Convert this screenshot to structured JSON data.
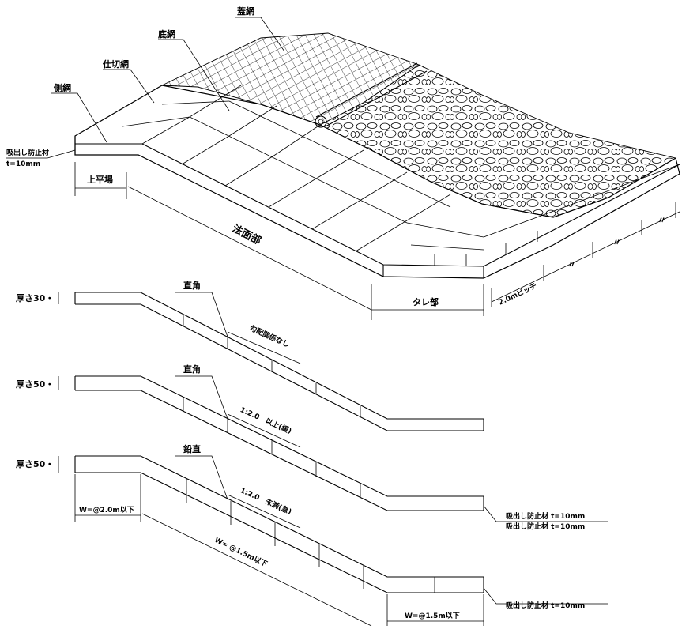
{
  "labels": {
    "lid_net": "蓋網",
    "bottom_net": "底網",
    "partition_net": "仕切網",
    "side_net": "側網",
    "outflow_material": "吸出し防止材",
    "thickness_10": "t=10mm",
    "top_flat": "上平場",
    "slope_part": "法面部",
    "tare_part": "タレ部",
    "pitch": "2.0mピッチ",
    "ditto": "〃"
  },
  "sections": [
    {
      "thickness": "厚さ30・",
      "angle": "直角",
      "gradient": "勾配関係なし",
      "outflow": ""
    },
    {
      "thickness": "厚さ50・",
      "angle": "直角",
      "gradient": "1:2.0　以上(緩)",
      "outflow": "吸出し防止材 t=10mm"
    },
    {
      "thickness": "厚さ50・",
      "angle": "鉛直",
      "gradient": "1:2.0　未満(急)",
      "outflow": "吸出し防止材 t=10mm"
    }
  ],
  "dimensions": {
    "w_top": "W=@2.0m以下",
    "w_slope": "W= @1.5m以下",
    "w_bottom": "W=@1.5m以下",
    "outflow_last": "吸出し防止材 t=10mm"
  }
}
